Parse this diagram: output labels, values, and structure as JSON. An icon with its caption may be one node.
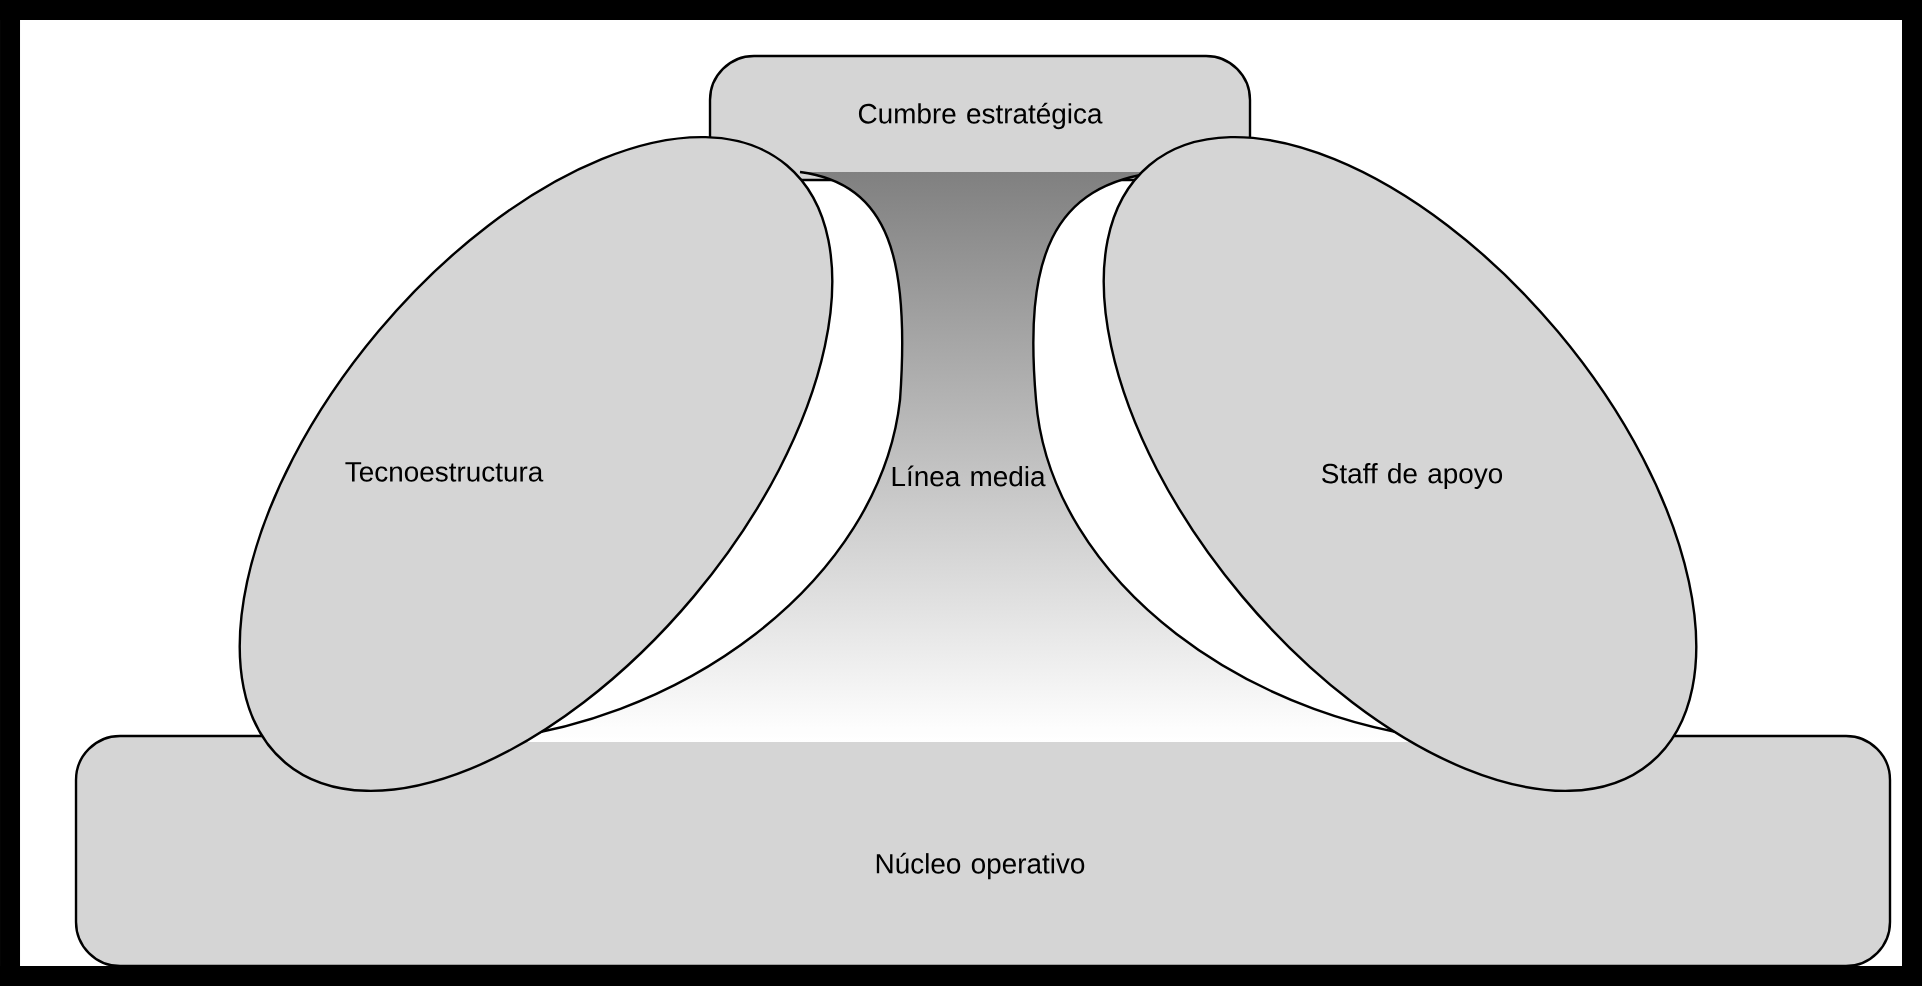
{
  "diagram": {
    "nodes": [
      {
        "text": [
          "Cumbre estratégica"
        ]
      },
      {
        "text": [
          "Tecnoestructura"
        ]
      },
      {
        "text": [
          "Línea media"
        ]
      },
      {
        "text": [
          "Staff de apoyo"
        ]
      },
      {
        "text": [
          "Núcleo operativo"
        ]
      }
    ]
  }
}
